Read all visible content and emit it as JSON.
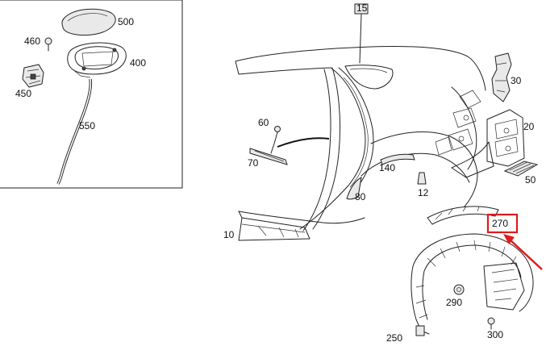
{
  "labels": {
    "p500": "500",
    "p460": "460",
    "p400": "400",
    "p450": "450",
    "p550": "550",
    "p15": "15",
    "p30": "30",
    "p60": "60",
    "p20": "20",
    "p70": "70",
    "p140": "140",
    "p50": "50",
    "p80": "80",
    "p12": "12",
    "p10": "10",
    "p270": "270",
    "p290": "290",
    "p300": "300",
    "p250": "250"
  },
  "highlight": {
    "part": "270",
    "box_color": "#e01b1b",
    "arrow_color": "#e01b1b"
  },
  "colors": {
    "line": "#222222",
    "background": "#ffffff"
  }
}
